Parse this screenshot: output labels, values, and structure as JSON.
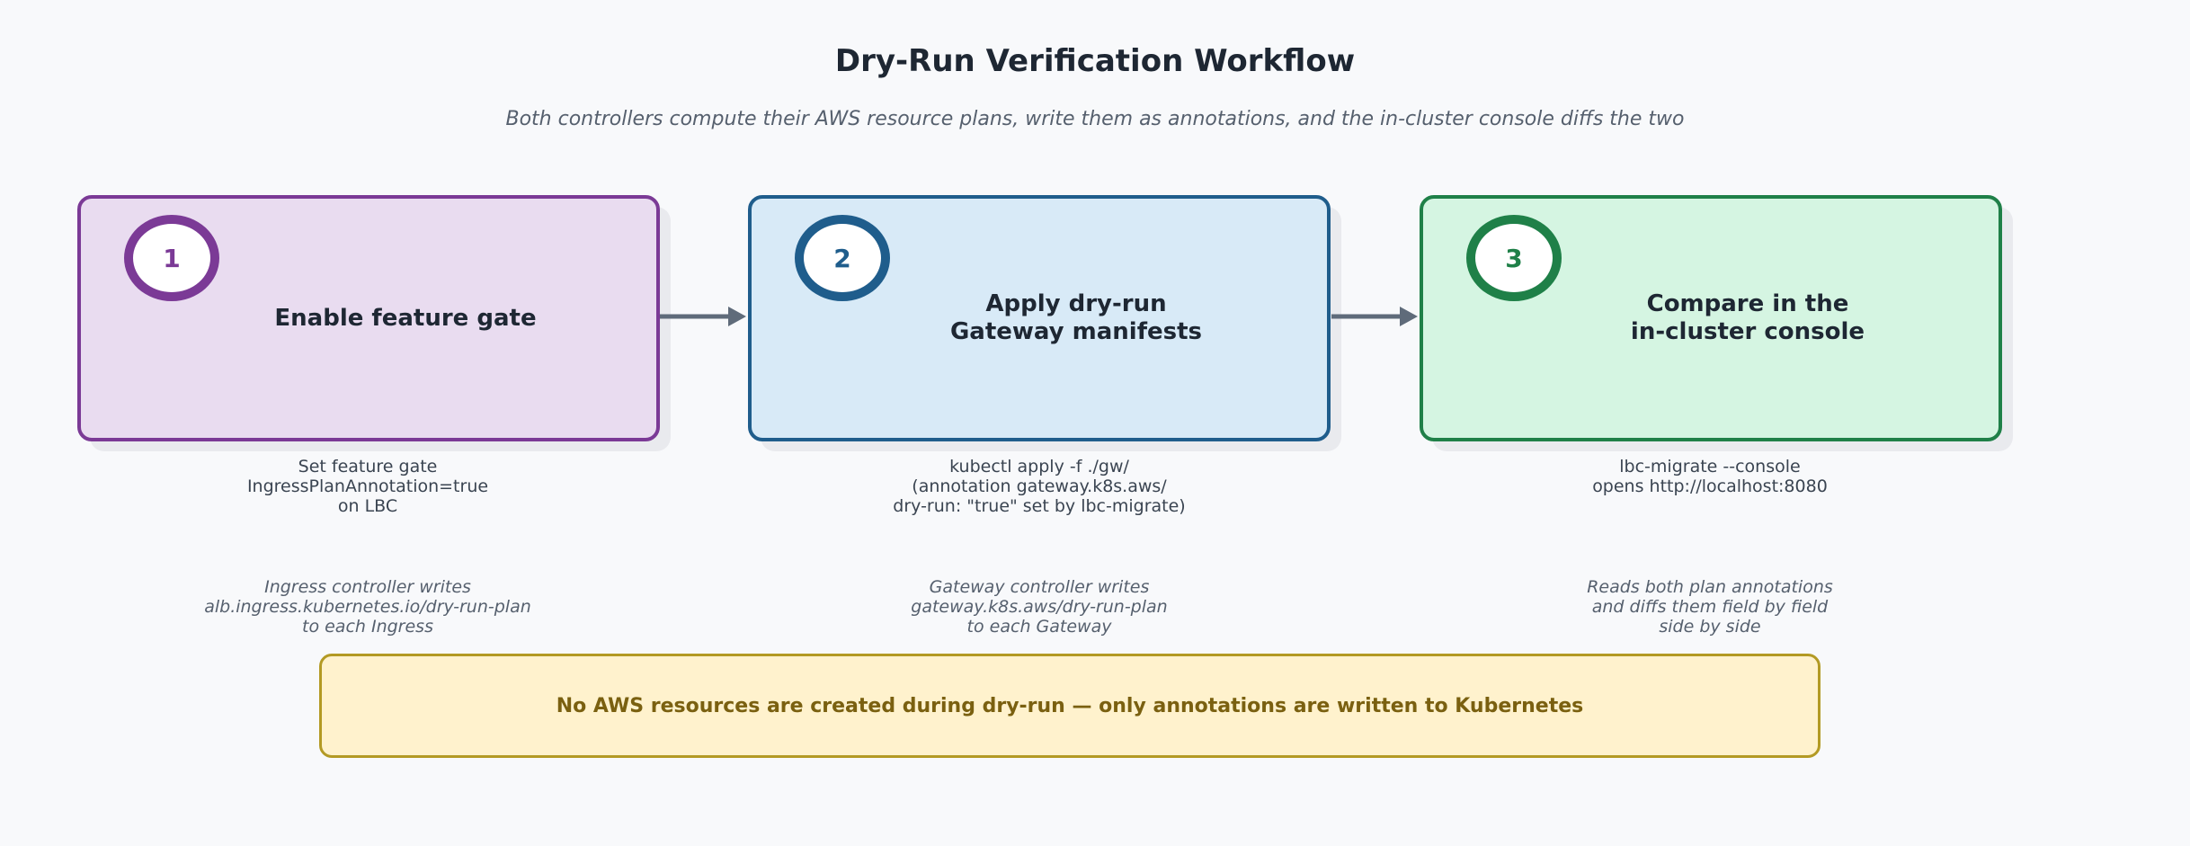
{
  "title": "Dry-Run Verification Workflow",
  "subtitle": "Both controllers compute their AWS resource plans, write them as annotations, and the in-cluster console diffs the two",
  "steps": [
    {
      "number": "1",
      "title": "Enable feature gate",
      "description": "Set feature gate\nIngressPlanAnnotation=true\non LBC",
      "note": "Ingress controller writes\nalb.ingress.kubernetes.io/dry-run-plan\nto each Ingress",
      "border_color": "#7b3a96",
      "fill_color": "#e9dcf0"
    },
    {
      "number": "2",
      "title": "Apply dry-run\nGateway manifests",
      "description": "kubectl apply -f ./gw/\n(annotation gateway.k8s.aws/\ndry-run: \"true\" set by lbc-migrate)",
      "note": "Gateway controller writes\ngateway.k8s.aws/dry-run-plan\nto each Gateway",
      "border_color": "#1f5d8c",
      "fill_color": "#d8eaf7"
    },
    {
      "number": "3",
      "title": "Compare in the\nin-cluster console",
      "description": "lbc-migrate --console\nopens http://localhost:8080",
      "note": "Reads both plan annotations\nand diffs them field by field\nside by side",
      "border_color": "#1f8048",
      "fill_color": "#d5f5e2"
    }
  ],
  "banner": "No AWS resources are created during dry-run — only annotations are written to Kubernetes",
  "arrow_color": "#5f6b7a"
}
